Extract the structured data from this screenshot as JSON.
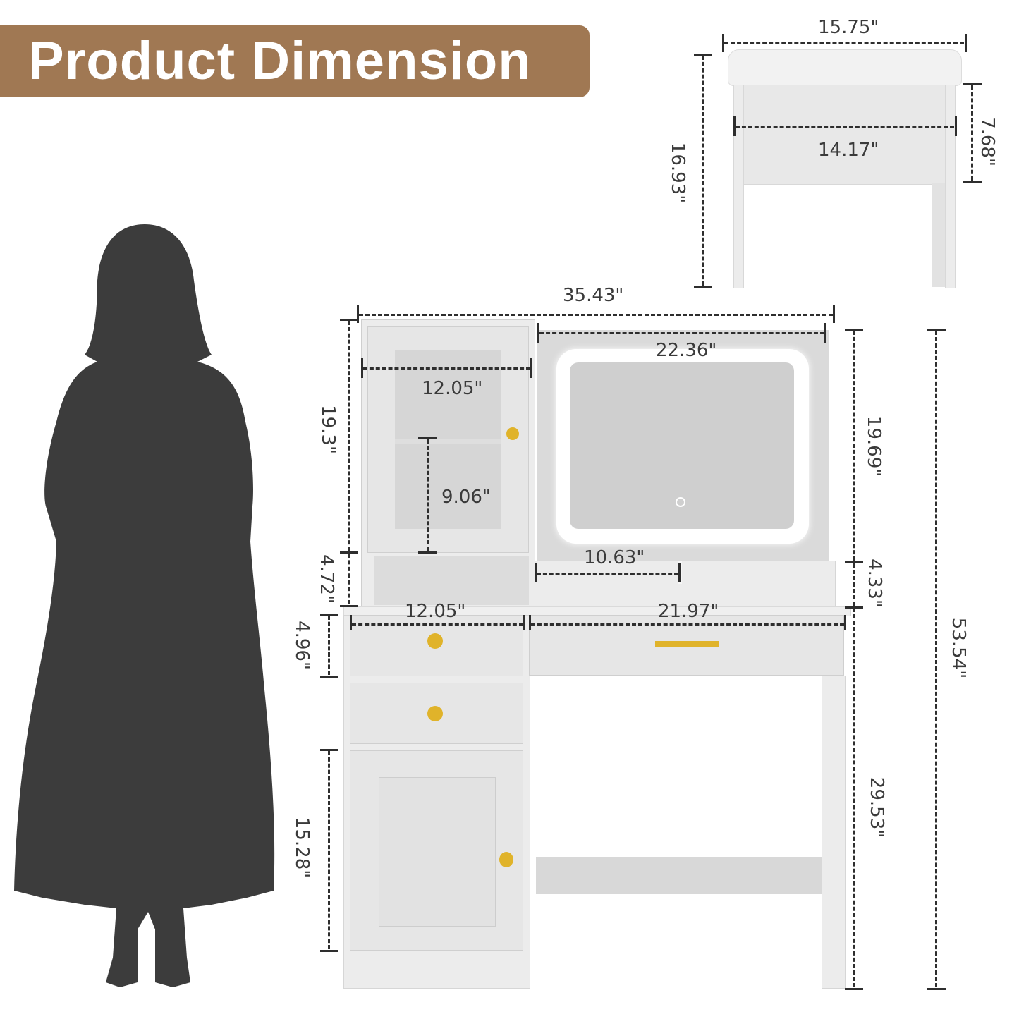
{
  "title": "Product Dimension",
  "colors": {
    "banner": "#a07853",
    "banner_text": "#ffffff",
    "dimension_text": "#3a3a3a",
    "furniture": "#e6e6e6",
    "handles": "#e0b32a",
    "silhouette": "#3c3c3c"
  },
  "stool": {
    "overall_width": "15.75\"",
    "inner_width": "14.17\"",
    "overall_height": "16.93\"",
    "apron_height": "7.68\""
  },
  "vanity": {
    "overall_width": "35.43\"",
    "overall_height": "53.54\"",
    "mirror_width": "22.36\"",
    "mirror_height": "19.69\"",
    "shelf_width": "10.63\"",
    "shelf_height": "4.33\"",
    "cabinet_width": "12.05\"",
    "cabinet_height": "19.3\"",
    "cabinet_shelf_height": "9.06\"",
    "open_shelf_height": "4.72\"",
    "drawer_width": "12.05\"",
    "desk_drawer_width": "21.97\"",
    "drawer_height": "4.96\"",
    "lower_cabinet_height": "15.28\"",
    "desk_height": "29.53\""
  },
  "icons": {
    "mirror_touch": "power-icon"
  }
}
